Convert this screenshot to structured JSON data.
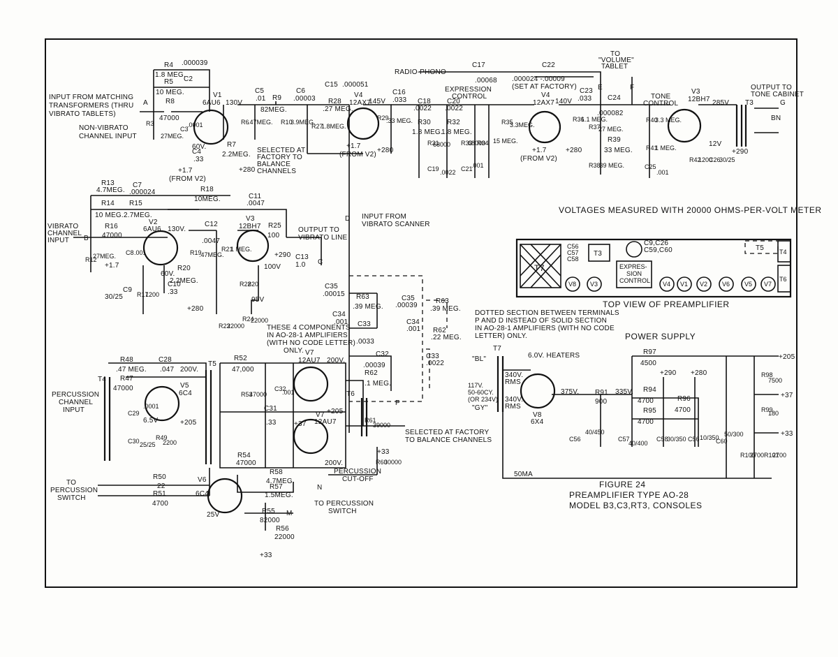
{
  "figure": {
    "number": "FIGURE 24",
    "title": "PREAMPLIFIER TYPE AO-28",
    "models": "MODEL B3,C3,RT3, CONSOLES"
  },
  "notes": {
    "voltages": "VOLTAGES MEASURED WITH 20000 OHMS-PER-VOLT METER",
    "input_matching": [
      "INPUT FROM MATCHING",
      "TRANSFORMERS (THRU",
      "VIBRATO TABLETS)"
    ],
    "non_vibrato": [
      "NON-VIBRATO",
      "CHANNEL INPUT"
    ],
    "vibrato_channel": [
      "VIBRATO",
      "CHANNEL",
      "INPUT"
    ],
    "selected_balance": [
      "SELECTED AT",
      "FACTORY TO",
      "BALANCE",
      "CHANNELS"
    ],
    "input_scanner": [
      "INPUT FROM",
      "VIBRATO SCANNER"
    ],
    "output_vibrato": [
      "OUTPUT TO",
      "VIBRATO LINE"
    ],
    "these_four": [
      "THESE 4 COMPONENTS",
      "IN AO-28-1 AMPLIFIERS",
      "(WITH NO CODE LETTER)",
      "ONLY."
    ],
    "dotted_section": [
      "DOTTED SECTION BETWEEN TERMINALS",
      "P AND D INSTEAD OF SOLID SECTION",
      "IN AO-28-1  AMPLIFIERS (WITH NO CODE",
      "LETTER) ONLY."
    ],
    "selected_factory_channels": [
      "SELECTED AT FACTORY",
      "TO BALANCE CHANNELS"
    ],
    "percussion_input": [
      "PERCUSSION",
      "CHANNEL",
      "INPUT"
    ],
    "to_percussion_switch_left": [
      "TO",
      "PERCUSSION",
      "SWITCH"
    ],
    "to_percussion_switch_right": [
      "TO PERCUSSION",
      "SWITCH"
    ],
    "percussion_cutoff": [
      "PERCUSSION",
      "CUT-OFF"
    ],
    "radio_phono": "RADIO-PHONO",
    "expression_control": [
      "EXPRESSION",
      "CONTROL"
    ],
    "to_volume_tablet": [
      "TO",
      "\"VOLUME\"",
      "TABLET"
    ],
    "tone_control": [
      "TONE",
      "CONTROL"
    ],
    "output_tone_cabinet": [
      "OUTPUT TO",
      "TONE CABINET"
    ],
    "set_at_factory": [
      ".000024 -.00009",
      "(SET AT FACTORY)"
    ],
    "power_supply": "POWER SUPPLY",
    "heaters": "6.0V. HEATERS",
    "line_input": [
      "117V.",
      "50-60CY.",
      "(OR 234V)"
    ],
    "rms_upper": [
      "340V.",
      "RMS"
    ],
    "rms_lower": [
      "340V.",
      "RMS"
    ],
    "ma": "50MA",
    "top_view": "TOP VIEW OF PREAMPLIFIER"
  },
  "top_view_parts": {
    "t7": "T7",
    "t3": "T3",
    "c56": [
      "C56",
      "C57",
      "C58"
    ],
    "c9": [
      "C9,C26",
      "C59,C60"
    ],
    "expression": [
      "EXPRES-",
      "SION",
      "CONTROL"
    ],
    "t5": "T5",
    "t4": "T4",
    "t6": "T6",
    "tubes": [
      "V8",
      "V3",
      "V4",
      "V1",
      "V2",
      "V6",
      "V5",
      "V7"
    ]
  },
  "tubes": {
    "v1": [
      "V1",
      "6AU6"
    ],
    "v2": [
      "V2",
      "6AU6"
    ],
    "v3a": [
      "V3",
      "12BH7"
    ],
    "v3b": [
      "V3",
      "12BH7"
    ],
    "v4a": [
      "V4",
      "12AX7"
    ],
    "v4b": [
      "V4",
      "12AX7"
    ],
    "v5": [
      "V5",
      "6C4"
    ],
    "v6": [
      "V6",
      "6C4"
    ],
    "v7a": [
      "V7",
      "12AU7"
    ],
    "v7b": [
      "V7",
      "12AU7"
    ],
    "v8": [
      "V8",
      "6X4"
    ]
  },
  "components": {
    "r4": [
      "R4",
      "1.8 MEG."
    ],
    "c2": [
      ".000039",
      "C2"
    ],
    "r5": [
      "R5",
      "10 MEG."
    ],
    "r8n": [
      "R8",
      "47000"
    ],
    "r3": [
      "R3",
      "27MEG."
    ],
    "c3": [
      "C3",
      ".0001"
    ],
    "c4": [
      "C4",
      ".33"
    ],
    "r7": [
      "R7",
      "2.2MEG."
    ],
    "r6": [
      "R6",
      ".47MEG."
    ],
    "c5": [
      "C5",
      ".01"
    ],
    "r9": [
      "R9",
      "82MEG."
    ],
    "r10": [
      "R10",
      "3.9MEG."
    ],
    "c6": [
      "C6",
      ".00003"
    ],
    "c15": [
      "C15",
      ".000051"
    ],
    "r28": [
      "R28",
      ".27 MEG."
    ],
    "r27": [
      "R27",
      "1.8MEG."
    ],
    "r29": [
      "R29",
      ".33 MEG."
    ],
    "c16": [
      "C16",
      ".033"
    ],
    "c18": [
      "C18",
      ".0022"
    ],
    "c20": [
      "C20",
      ".0022"
    ],
    "r30": [
      "R30",
      "1.8 MEG."
    ],
    "r32": [
      "R32",
      "1.8 MEG."
    ],
    "r31": [
      "R31",
      "68000"
    ],
    "r33": [
      "R33",
      "68000"
    ],
    "r34": [
      "R34",
      "15 MEG."
    ],
    "c19": [
      "C19",
      ".0022"
    ],
    "c21": [
      "C21",
      ".001"
    ],
    "c17": [
      "C17",
      ".00068"
    ],
    "c22": "C22",
    "r35": [
      "R35",
      "3.3MEG."
    ],
    "r36": [
      "R36",
      "1.1 MEG."
    ],
    "c23": [
      "C23",
      ".033"
    ],
    "c24": [
      "C24",
      ".000082"
    ],
    "r37": [
      "R37",
      "27 MEG."
    ],
    "r39": [
      "R39",
      "33 MEG."
    ],
    "r38": [
      "R38",
      ".39 MEG."
    ],
    "r40": [
      "R40",
      "3.3 MEG."
    ],
    "r41": [
      "R41",
      "1 MEG."
    ],
    "c25": [
      "C25",
      ".001"
    ],
    "r42": [
      "R42",
      "1200"
    ],
    "c26": [
      "C26",
      "30/25"
    ],
    "t3": "T3",
    "r13": [
      "R13",
      "4.7MEG."
    ],
    "c7": [
      "C7",
      ".000024"
    ],
    "r14": [
      "R14",
      "10 MEG."
    ],
    "r15": [
      "R15",
      "2.7MEG."
    ],
    "r18": [
      "R18",
      "10MEG."
    ],
    "c11": [
      "C11",
      ".0047"
    ],
    "r16": [
      "R16",
      "47000"
    ],
    "r12": [
      "R12",
      "27MEG."
    ],
    "c8": [
      "C8",
      ".001"
    ],
    "c12": [
      "C12",
      ".0047"
    ],
    "r19": [
      "R19",
      ".47MEG."
    ],
    "r21": [
      "R21",
      "1 MEG."
    ],
    "r25": [
      "R25",
      "100"
    ],
    "r20": [
      "R20",
      "2.2MEG."
    ],
    "c9": [
      "C9",
      "30/25"
    ],
    "r17": [
      "R17",
      "1200"
    ],
    "c10": [
      "C10",
      ".33"
    ],
    "c13": [
      "C13",
      "1.0"
    ],
    "r22": [
      "R22",
      "820"
    ],
    "r23": [
      "R23",
      "22000"
    ],
    "r24": [
      "R24",
      "22000"
    ],
    "c35": [
      "C35",
      ".00015"
    ],
    "r63": [
      "R63",
      ".39 MEG."
    ],
    "c34": [
      "C34",
      ".001"
    ],
    "c33": [
      "C33",
      ".0033"
    ],
    "c35d": [
      "C35",
      ".00039"
    ],
    "r63d": [
      "R63",
      ".39 MEG."
    ],
    "c34d": [
      "C34",
      ".001"
    ],
    "r62d": [
      "R62",
      ".22 MEG."
    ],
    "c33d": [
      "C33",
      ".0022"
    ],
    "c32": [
      "C32",
      ".00039"
    ],
    "r62": [
      "R62",
      ".1 MEG."
    ],
    "r61": [
      "R61",
      "39000"
    ],
    "t6": "T6",
    "t5": "T5",
    "t4": "T4",
    "r48": [
      "R48",
      ".47 MEG."
    ],
    "c28": [
      "C28",
      ".047"
    ],
    "r47": [
      "R47",
      "47000"
    ],
    "c29": [
      "C29",
      ".0001"
    ],
    "c30": [
      "C30",
      "25/25"
    ],
    "r49": [
      "R49",
      "2200"
    ],
    "r52": [
      "R52",
      "47,000"
    ],
    "r53": [
      "R53",
      "47000"
    ],
    "c32b": [
      "C32",
      ".001"
    ],
    "c31": [
      "C31",
      ".33"
    ],
    "r54": [
      "R54",
      "47000"
    ],
    "r50": [
      "R50",
      "22"
    ],
    "r51": [
      "R51",
      "4700"
    ],
    "r58": [
      "R58",
      "4.7MEG."
    ],
    "r57": [
      "R57",
      "1.5MEG."
    ],
    "r55": [
      "R55",
      "82000"
    ],
    "r56": [
      "R56",
      "22000"
    ],
    "r60": [
      "R60",
      "30000"
    ],
    "t7": "T7",
    "r97": [
      "R97",
      "4500"
    ],
    "r91": [
      "R91",
      "900"
    ],
    "r94": [
      "R94",
      "4700"
    ],
    "r95": [
      "R95",
      "4700"
    ],
    "r96": [
      "R96",
      "4700"
    ],
    "r98": [
      "R98",
      "7500"
    ],
    "r99": [
      "R99",
      "180"
    ],
    "r100": [
      "R100",
      "2700"
    ],
    "r101": [
      "R101",
      "2700"
    ],
    "c56": [
      "C56",
      "40/450"
    ],
    "c57": [
      "C57",
      "40/400"
    ],
    "c58": [
      "C58",
      "30/350"
    ],
    "c56b": [
      "C56",
      "10/350"
    ],
    "c60": [
      "C60",
      "50/300"
    ]
  },
  "voltages": {
    "v130": "130V",
    "v60": "60V.",
    "v17a": "+1.7",
    "from_v2": "(FROM V2)",
    "v280a": "+280",
    "v145": "145V",
    "v17b": "+1.7",
    "from_v2b": "(FROM V2)",
    "v280b": "+280",
    "v140": "140V",
    "v17c": "+1.7",
    "from_v2c": "(FROM V2)",
    "v280c": "+280",
    "v285": "285V",
    "v12": "12V",
    "v290": "+290",
    "v130b": "130V.",
    "v17d": "+1.7",
    "v60b": "60V.",
    "v280d": "+280",
    "v100": "100V",
    "v290b": "+290",
    "v95": "95V",
    "v200a": "200V.",
    "v65": "6.5V",
    "v205a": "+205",
    "v200b": "200V.",
    "v37": "+37",
    "v205b": "+205",
    "v200c": "200V.",
    "v33a": "+33",
    "v25": "25V",
    "v33b": "+33",
    "v375": "375V.",
    "v335": "335V.",
    "v290c": "+290",
    "v280e": "+280",
    "v205c": "+205",
    "v37b": "+37",
    "v33c": "+33"
  },
  "terminals": {
    "a": "A",
    "b": "B",
    "c": "C",
    "d": "D",
    "e": "E",
    "f": "F",
    "g": "G",
    "p": "P",
    "n": "N",
    "m": "M",
    "bn": "BN",
    "bl": "\"BL\"",
    "gy": "\"GY\""
  }
}
